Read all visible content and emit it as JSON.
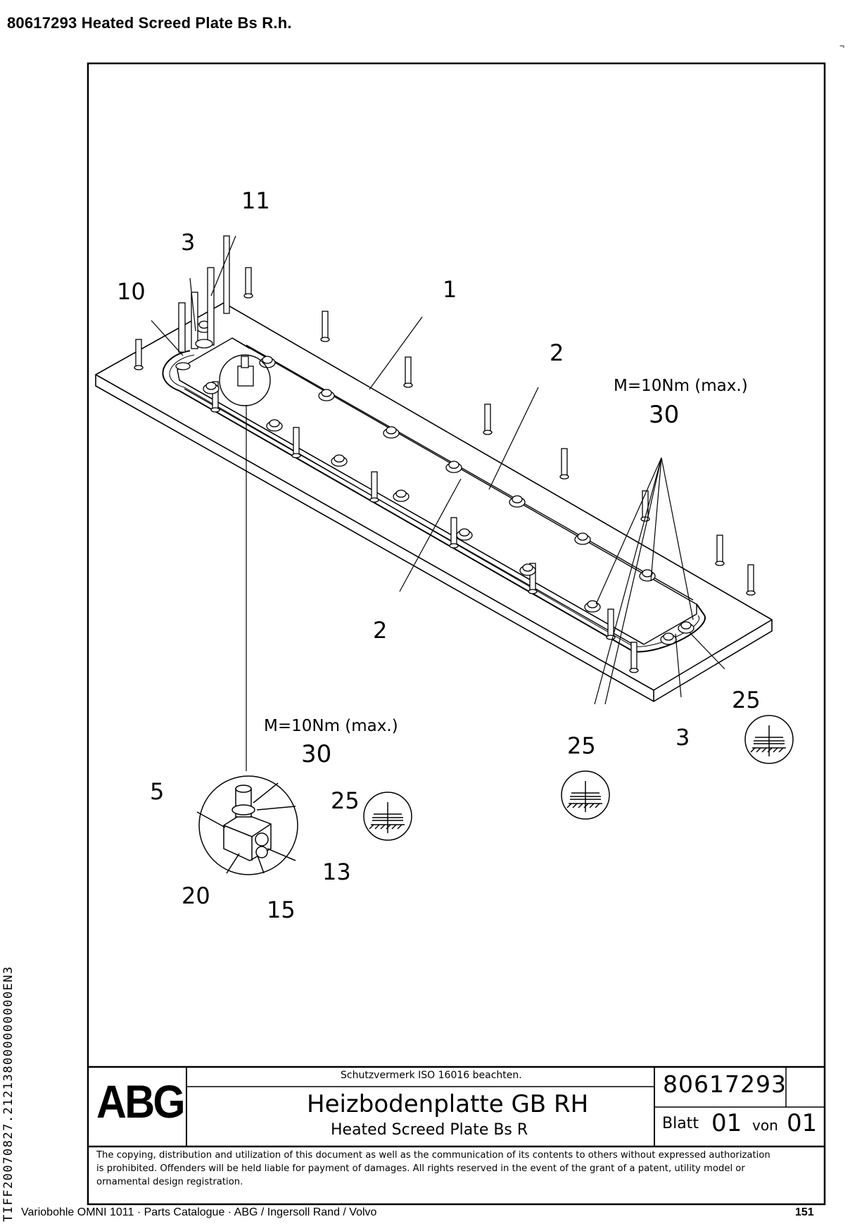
{
  "header": {
    "title": "80617293  Heated Screed Plate Bs R.h."
  },
  "drawing": {
    "callouts": [
      {
        "id": "c11",
        "text": "11"
      },
      {
        "id": "c3a",
        "text": "3"
      },
      {
        "id": "c10",
        "text": "10"
      },
      {
        "id": "c1",
        "text": "1"
      },
      {
        "id": "c2a",
        "text": "2"
      },
      {
        "id": "c2b",
        "text": "2"
      },
      {
        "id": "c3b",
        "text": "3"
      },
      {
        "id": "c25a",
        "text": "25"
      },
      {
        "id": "c25b",
        "text": "25"
      },
      {
        "id": "c25c",
        "text": "25"
      },
      {
        "id": "c5",
        "text": "5"
      },
      {
        "id": "c13",
        "text": "13"
      },
      {
        "id": "c20",
        "text": "20"
      },
      {
        "id": "c15",
        "text": "15"
      }
    ],
    "torque_right": {
      "spec": "M=10Nm (max.)",
      "number": "30"
    },
    "torque_left": {
      "spec": "M=10Nm (max.)",
      "number": "30"
    }
  },
  "title_block": {
    "logo": "ABG",
    "note": "Schutzvermerk ISO 16016 beachten.",
    "title_de": "Heizbodenplatte GB RH",
    "title_en": "Heated Screed Plate Bs R",
    "drawing_number": "80617293",
    "sheet_label": "Blatt",
    "sheet_number": "01",
    "of_label": "von",
    "sheet_total": "01"
  },
  "copyright": {
    "line1": "The copying, distribution and utilization of this document as well as the communication of its contents to others without expressed authorization",
    "line2": "is prohibited. Offenders will be held liable for payment of damages. All rights reserved in the event of the grant of a patent, utility model or",
    "line3": "ornamental design registration."
  },
  "side_code": "TIFF20070827.212138000000000EN3",
  "footer": {
    "left": "Variobohle OMNI 1011  ·  Parts Catalogue  ·  ABG / Ingersoll Rand / Volvo",
    "page": "151"
  }
}
